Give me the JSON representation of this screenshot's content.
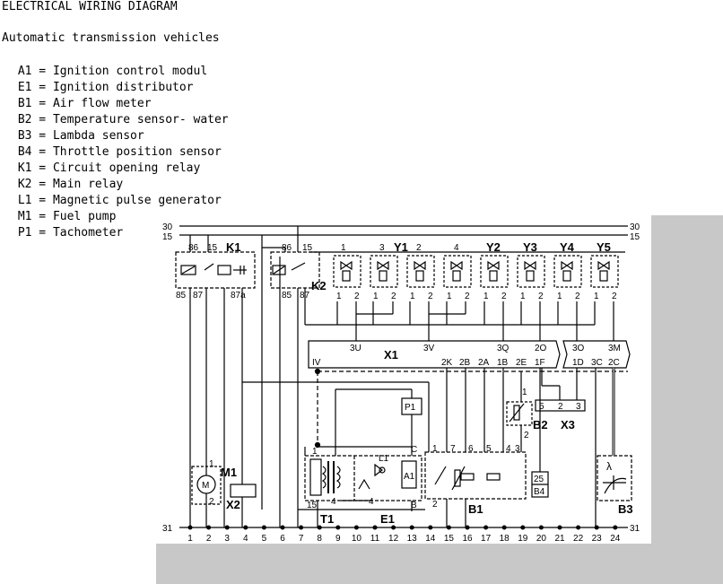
{
  "document": {
    "title": "ELECTRICAL WIRING DIAGRAM",
    "subtitle": "Automatic transmission vehicles"
  },
  "legend": [
    {
      "code": "A1",
      "desc": "Ignition control modul"
    },
    {
      "code": "E1",
      "desc": "Ignition distributor"
    },
    {
      "code": "B1",
      "desc": "Air flow meter"
    },
    {
      "code": "B2",
      "desc": "Temperature sensor- water"
    },
    {
      "code": "B3",
      "desc": "Lambda sensor"
    },
    {
      "code": "B4",
      "desc": "Throttle position sensor"
    },
    {
      "code": "K1",
      "desc": "Circuit opening relay"
    },
    {
      "code": "K2",
      "desc": "Main relay"
    },
    {
      "code": "L1",
      "desc": "Magnetic pulse generator"
    },
    {
      "code": "M1",
      "desc": "Fuel pump"
    },
    {
      "code": "P1",
      "desc": "Tachometer"
    }
  ],
  "diagram": {
    "rails": {
      "top1": "30",
      "top2": "15",
      "bottom": "31"
    },
    "relays": {
      "k1": "K1",
      "k2": "K2"
    },
    "relay_pins": {
      "p86": "86",
      "p15": "15",
      "p85": "85",
      "p87": "87",
      "p87a": "87a"
    },
    "injectors": {
      "y1": "Y1",
      "y2": "Y2",
      "y3": "Y3",
      "y4": "Y4",
      "y5": "Y5",
      "n1": "1",
      "n2": "2",
      "n3": "3",
      "n4": "4",
      "pin1": "1",
      "pin2": "2"
    },
    "x1": {
      "label": "X1",
      "top_pins": {
        "p3u": "3U",
        "p3v": "3V",
        "p3q": "3Q",
        "p2o": "2O",
        "p3o": "3O",
        "p3m": "3M"
      },
      "bottom_pins": {
        "piv": "IV",
        "p2k": "2K",
        "p2b": "2B",
        "p2a": "2A",
        "p1b": "1B",
        "p2e": "2E",
        "p1f": "1F",
        "p1d": "1D",
        "p3c": "3C",
        "p2c": "2C"
      }
    },
    "x3": {
      "label": "X3",
      "p5": "5",
      "p2": "2",
      "p3": "3"
    },
    "b2": {
      "label": "B2",
      "p1": "1",
      "p2": "2"
    },
    "b1": {
      "label": "B1",
      "p1": "1",
      "p7": "7",
      "p6": "6",
      "p5": "5",
      "p4": "4",
      "p3": "3",
      "p2": "2"
    },
    "b3": {
      "label": "B3"
    },
    "b4": {
      "p25": "25",
      "label": "B4"
    },
    "p1": {
      "label": "P1"
    },
    "m1": {
      "label": "M1",
      "symbol": "M",
      "p1": "1",
      "p2": "2"
    },
    "x2": {
      "label": "X2"
    },
    "t1": {
      "label": "T1",
      "p1": "1",
      "p15": "15",
      "p4": "4"
    },
    "e1": {
      "label": "E1",
      "l1": "L1",
      "a1": "A1",
      "pc": "C",
      "pb": "B",
      "p4": "4"
    },
    "bottom_numbers": [
      "1",
      "2",
      "3",
      "4",
      "5",
      "6",
      "7",
      "8",
      "9",
      "10",
      "11",
      "12",
      "13",
      "14",
      "15",
      "16",
      "17",
      "18",
      "19",
      "20",
      "21",
      "22",
      "23",
      "24"
    ]
  }
}
